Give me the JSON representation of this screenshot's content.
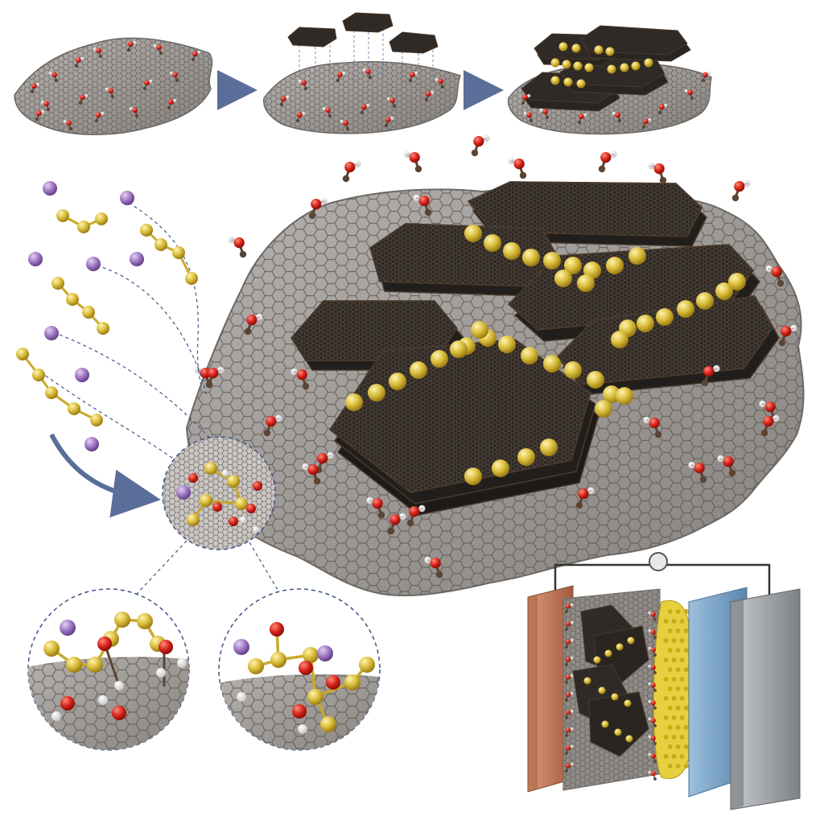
{
  "figure": {
    "panels": [
      "graphene-oxide-sheet",
      "nanosheet-deposition",
      "stacked-composite",
      "main-composite-view",
      "polysulfide-chains",
      "zoom-anchoring",
      "inset-bonding-left",
      "inset-bonding-right",
      "battery-cell"
    ]
  },
  "colors": {
    "background": "#ffffff",
    "substrate": "#8c8986",
    "substrate_edge": "#6c6966",
    "hex_lattice": "#5e5550",
    "nanosheet": "#2f2a26",
    "nanosheet_edge": "#4a3a2c",
    "sulfur": "#d9bd3c",
    "sulfur_edge": "#a8891a",
    "lithium": "#9a72c0",
    "oxygen": "#d42018",
    "hydrogen": "#f4f4f4",
    "carbon_stem": "#5a4535",
    "arrow": "#5a6e9a",
    "dashed_leader": "#3e5585",
    "copper": "#c47a58",
    "separator_sulfur": "#e6d040",
    "separator_blue": "#7ea6c8",
    "steel": "#a5a8ab"
  }
}
